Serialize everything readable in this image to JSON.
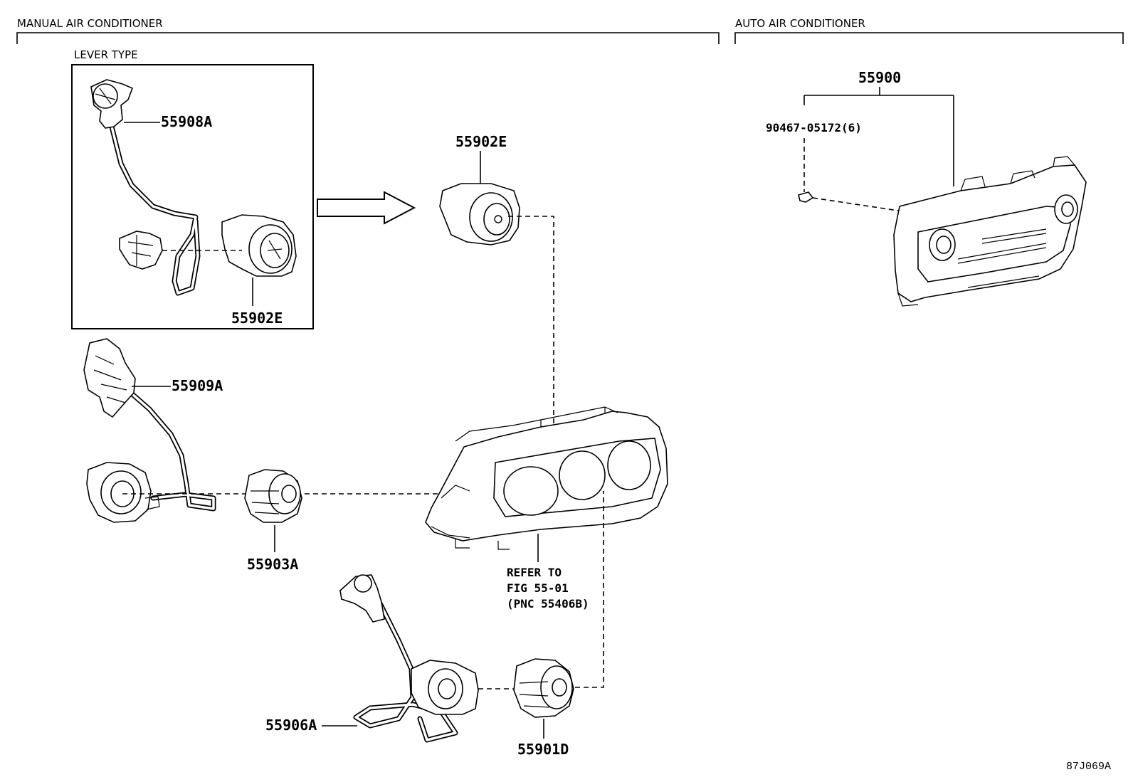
{
  "sections": {
    "manual": "MANUAL AIR CONDITIONER",
    "auto": "AUTO AIR CONDITIONER",
    "lever_type": "LEVER TYPE"
  },
  "part_numbers": {
    "p55908A": "55908A",
    "p55902E_box": "55902E",
    "p55902E": "55902E",
    "p55909A": "55909A",
    "p55903A": "55903A",
    "p55906A": "55906A",
    "p55901D": "55901D",
    "p55900": "55900",
    "p90467": "90467-05172(6)"
  },
  "refer_note": {
    "line1": "REFER TO",
    "line2": "FIG 55-01",
    "line3": "(PNC 55406B)"
  },
  "figure_id": "87J069A"
}
